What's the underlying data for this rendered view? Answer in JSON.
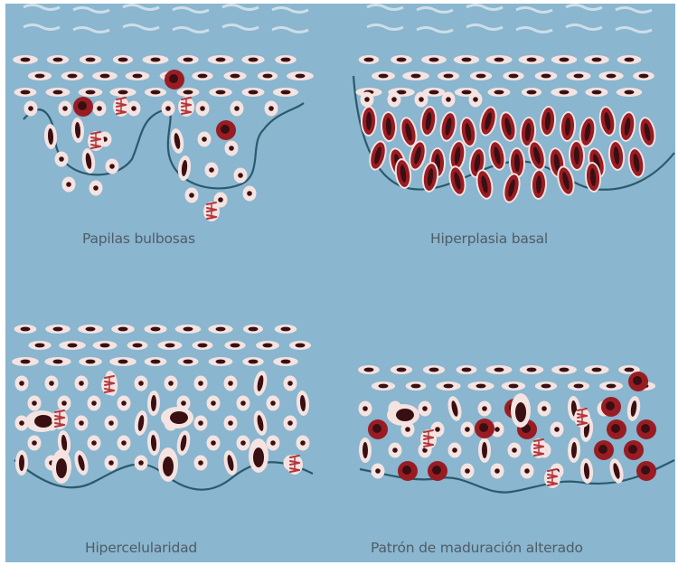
{
  "figure": {
    "background": "#8ab6cf",
    "membrane_color": "#2b5a6c",
    "cell_colors": {
      "cytoplasm": "#f4e3e1",
      "nucleus": "#3a0f12",
      "dysplastic_nucleus": "#9a1c23",
      "mitosis": "#b2373c"
    },
    "panels": [
      {
        "id": "papilas-bulbosas",
        "title": "Papilas bulbosas"
      },
      {
        "id": "hiperplasia-basal",
        "title": "Hiperplasia basal"
      },
      {
        "id": "hipercelularidad",
        "title": "Hipercelularidad"
      },
      {
        "id": "patron-maduracion",
        "title": "Patrón de maduración alterado"
      }
    ]
  }
}
